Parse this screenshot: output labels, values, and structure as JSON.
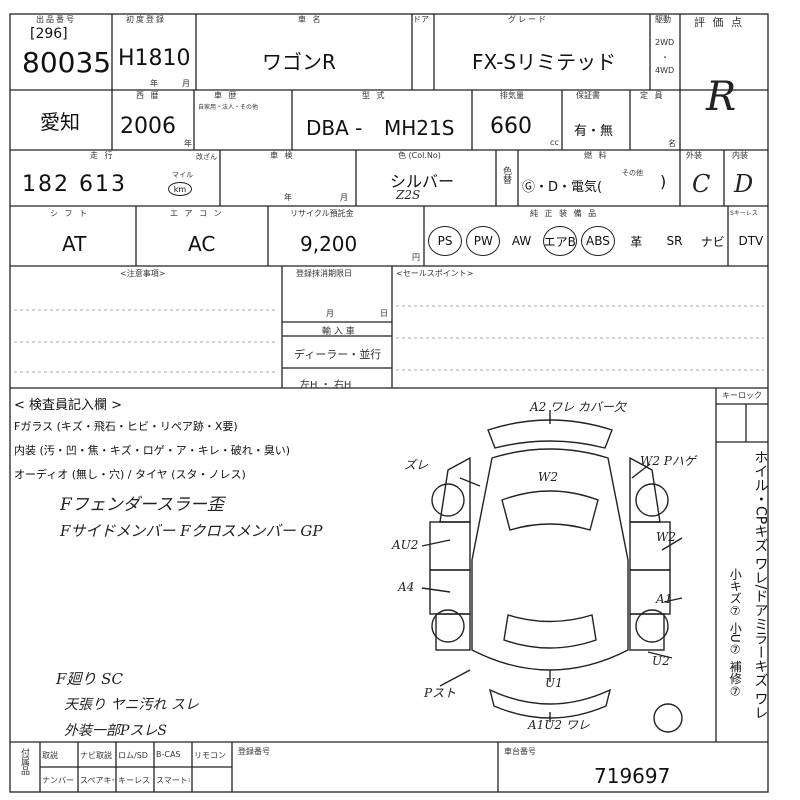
{
  "header": {
    "exhibit_no_label": "出品番号",
    "lot_prefix": "[296]",
    "lot_number": "80035",
    "first_reg_label": "初度登録",
    "first_reg_value": "H1810",
    "year_unit": "年",
    "month_unit": "月",
    "car_name_label": "車 名",
    "car_name": "ワゴンR",
    "door_label": "ドア",
    "grade_label": "グレード",
    "grade": "FX-Sリミテッド",
    "drive_label": "駆動",
    "drive_2wd": "2WD",
    "drive_dot": "・",
    "drive_4wd": "4WD",
    "score_label": "評 価 点",
    "score": "R"
  },
  "row2": {
    "region": "愛知",
    "year_label": "西 暦",
    "year_value": "2006",
    "year_unit": "年",
    "model_label": "車 歴",
    "model_sub": "自家用・法人・その他",
    "type_label": "型 式",
    "type_prefix": "DBA -",
    "type_value": "MH21S",
    "cc_label": "排気量",
    "cc_value": "660",
    "cc_unit": "cc",
    "warranty_label": "保証書",
    "warranty_value": "有・無",
    "capacity_label": "定 員",
    "capacity_unit": "名"
  },
  "row3": {
    "mileage_label": "走 行",
    "mileage_value": "182 613",
    "mileage_unit_mile": "マイル",
    "mileage_unit_km": "km",
    "meter_label": "改ざん",
    "inspection_label": "車 検",
    "inspection_year": "年",
    "inspection_month": "月",
    "color_label": "色 (Col.No)",
    "color_value": "シルバー",
    "color_code": "Z2S",
    "recolor_label": "色替",
    "fuel_label": "燃 料",
    "fuel_value": "Ⓖ・D・電気(",
    "fuel_other": "その他",
    "fuel_close": ")",
    "exterior_label": "外装",
    "exterior_value": "C",
    "interior_label": "内装",
    "interior_value": "D"
  },
  "row4": {
    "shift_label": "シ フ ト",
    "shift_value": "AT",
    "ac_label": "エ ア コ ン",
    "ac_value": "AC",
    "recycle_label": "リサイクル預託金",
    "recycle_value": "9,200",
    "recycle_unit": "円",
    "equipment_label": "純 正 装 備 品",
    "equipment": [
      "PS",
      "PW",
      "AW",
      "エアB",
      "ABS",
      "革",
      "SR",
      "ナビ",
      "DTV"
    ],
    "equipment_circled": [
      true,
      true,
      false,
      true,
      true,
      false,
      false,
      false,
      false
    ],
    "smartkey_label": "Sキーレス"
  },
  "notes": {
    "notes_label": "<注意事項>",
    "reg_deadline_label": "登録抹消期限日",
    "month_label": "月",
    "day_label": "日",
    "import_label": "輸 入 車",
    "dealer_label": "ディーラー・並行",
    "handle_label": "左H ・ 右H",
    "sales_label": "<セールスポイント>"
  },
  "inspector": {
    "title": "< 検査員記入欄 >",
    "line1": "Fガラス (キズ・飛石・ヒビ・リペア跡・X要)",
    "line2": "内装 (汚・凹・焦・キズ・ロゲ・ア・キレ・破れ・臭い)",
    "line3": "オーディオ (無し・穴) / タイヤ (スタ・ノレス)",
    "hand1": "Fフェンダースラー歪",
    "hand2": "Fサイドメンバー Fクロスメンバー GP",
    "hand3": "F廻り SC",
    "hand4": "天張り ヤニ汚れ スレ",
    "hand5": "外装一部PスレS"
  },
  "diagram": {
    "marks": [
      "A2 ワレ カバー欠",
      "W2",
      "W2 Pハゲ",
      "ズレ",
      "AU2",
      "A4",
      "W2",
      "A1",
      "U2",
      "U1",
      "Pスト",
      "A1U2 ワレ"
    ]
  },
  "right_column": {
    "keylock_label": "キーロック",
    "vertical_main": "ホイル・CPキズ ワレ/ドアミラーキズ ワレ",
    "vertical_sub": "小キズ⑦ 小U⑦ 補修⑦"
  },
  "footer": {
    "attached_label": "付属品",
    "items_row1": [
      "取説",
      "ナビ取説",
      "ロム/SD",
      "B-CAS",
      "リモコン"
    ],
    "items_row2": [
      "ナンバー",
      "スペアキー",
      "キーレス",
      "スマートキー"
    ],
    "reg_no_label": "登録番号",
    "chassis_label": "車台番号",
    "chassis_value": "719697"
  }
}
